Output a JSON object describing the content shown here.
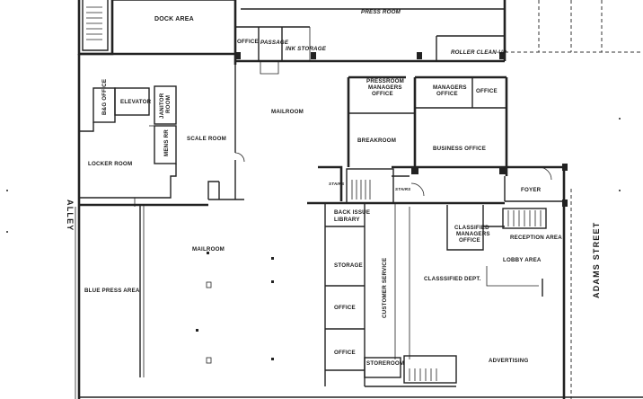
{
  "rooms": {
    "press_room": "PRESS ROOM",
    "dock_area": "DOCK AREA",
    "office_top": "OFFICE",
    "passage": "PASSAGE",
    "ink_storage": "INK STORAGE",
    "roller_clean_up": "ROLLER CLEAN-UP",
    "bg_office": "B&G OFFICE",
    "elevator": "ELEVATOR",
    "janitor_room": [
      "JANITOR",
      "ROOM"
    ],
    "mens_rr": "MENS RR",
    "scale_room": "SCALE ROOM",
    "mailroom_top": "MAILROOM",
    "pressroom_managers_office": [
      "PRESSROOM",
      "MANAGERS",
      "OFFICE"
    ],
    "managers_office": [
      "MANAGERS",
      "OFFICE"
    ],
    "office_right": "OFFICE",
    "breakroom": "BREAKROOM",
    "business_office": "BUSINESS OFFICE",
    "locker_room": "LOCKER ROOM",
    "stairs_left": "STAIRS",
    "stairs_right": "STAIRS",
    "back_issue_library": [
      "BACK ISSUE",
      "LIBRARY"
    ],
    "foyer": "FOYER",
    "classified_managers_office": [
      "CLASSIFIED",
      "MANAGERS",
      "OFFICE"
    ],
    "reception_area": "RECEPTION AREA",
    "mailroom_main": "MAILROOM",
    "storage": "STORAGE",
    "lobby_area": "LOBBY AREA",
    "classified_dept": "CLASSSIFIED DEPT.",
    "blue_press_area": "BLUE PRESS AREA",
    "customer_service": "CUSTOMER SERVICE",
    "office_mid": "OFFICE",
    "office_low": "OFFICE",
    "advertising": "ADVERTISING",
    "storeroom": "STOREROOM"
  },
  "streets": {
    "alley": "ALLEY",
    "adams_street": "ADAMS STREET"
  }
}
